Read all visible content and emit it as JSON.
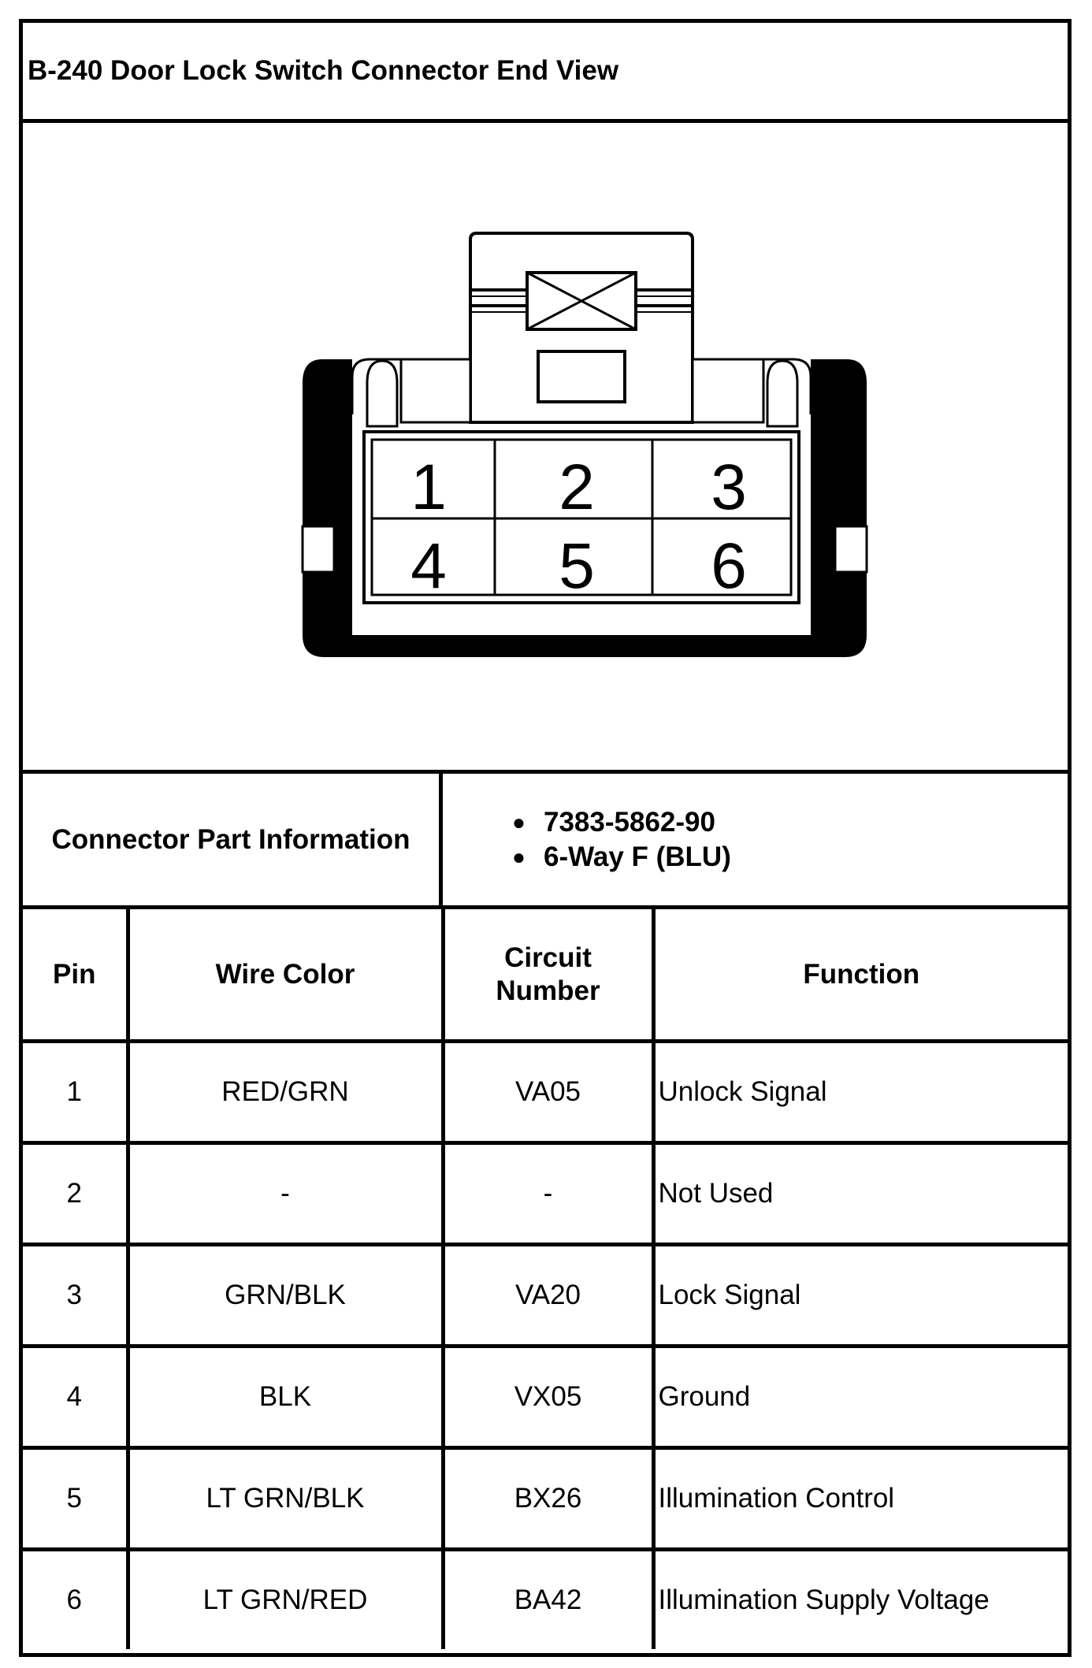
{
  "title": "B-240 Door Lock Switch Connector End View",
  "connector_diagram": {
    "pin_labels": [
      "1",
      "2",
      "3",
      "4",
      "5",
      "6"
    ]
  },
  "connector_part_info": {
    "label": "Connector Part Information",
    "items": [
      "7383-5862-90",
      "6-Way F (BLU)"
    ]
  },
  "pin_table": {
    "headers": {
      "pin": "Pin",
      "wire_color": "Wire Color",
      "circuit_number_line1": "Circuit",
      "circuit_number_line2": "Number",
      "function": "Function"
    },
    "rows": [
      {
        "pin": "1",
        "wire_color": "RED/GRN",
        "circuit": "VA05",
        "function": "Unlock Signal"
      },
      {
        "pin": "2",
        "wire_color": "-",
        "circuit": "-",
        "function": "Not Used"
      },
      {
        "pin": "3",
        "wire_color": "GRN/BLK",
        "circuit": "VA20",
        "function": "Lock Signal"
      },
      {
        "pin": "4",
        "wire_color": "BLK",
        "circuit": "VX05",
        "function": "Ground"
      },
      {
        "pin": "5",
        "wire_color": "LT GRN/BLK",
        "circuit": "BX26",
        "function": "Illumination Control"
      },
      {
        "pin": "6",
        "wire_color": "LT GRN/RED",
        "circuit": "BA42",
        "function": "Illumination Supply Voltage"
      }
    ]
  }
}
